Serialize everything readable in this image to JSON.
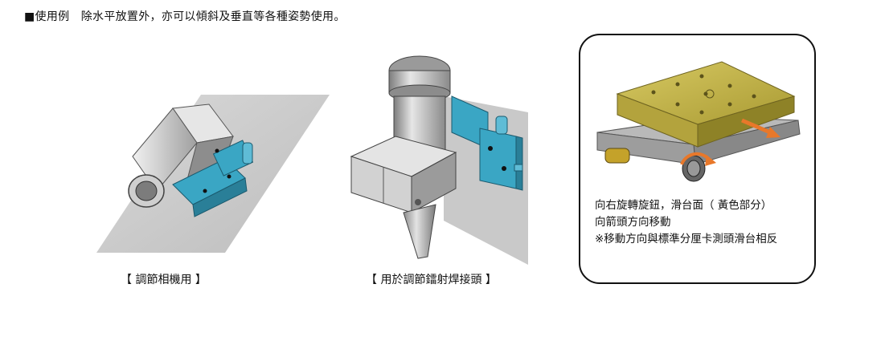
{
  "heading": "■使用例　除水平放置外，亦可以傾斜及垂直等各種姿勢使用。",
  "figures": [
    {
      "caption": "【 調節相機用 】"
    },
    {
      "caption": "【 用於調節鐳射焊接頭 】"
    }
  ],
  "note_box": {
    "lines": [
      "向右旋轉旋鈕，滑台面（ 黃色部分）",
      "向箭頭方向移動",
      "※移動方向與標準分厘卡測頭滑台相反"
    ]
  },
  "colors": {
    "stage_blue": "#3aa6c4",
    "stage_yellow": "#c9b84a",
    "arrow_orange": "#e8782a"
  }
}
